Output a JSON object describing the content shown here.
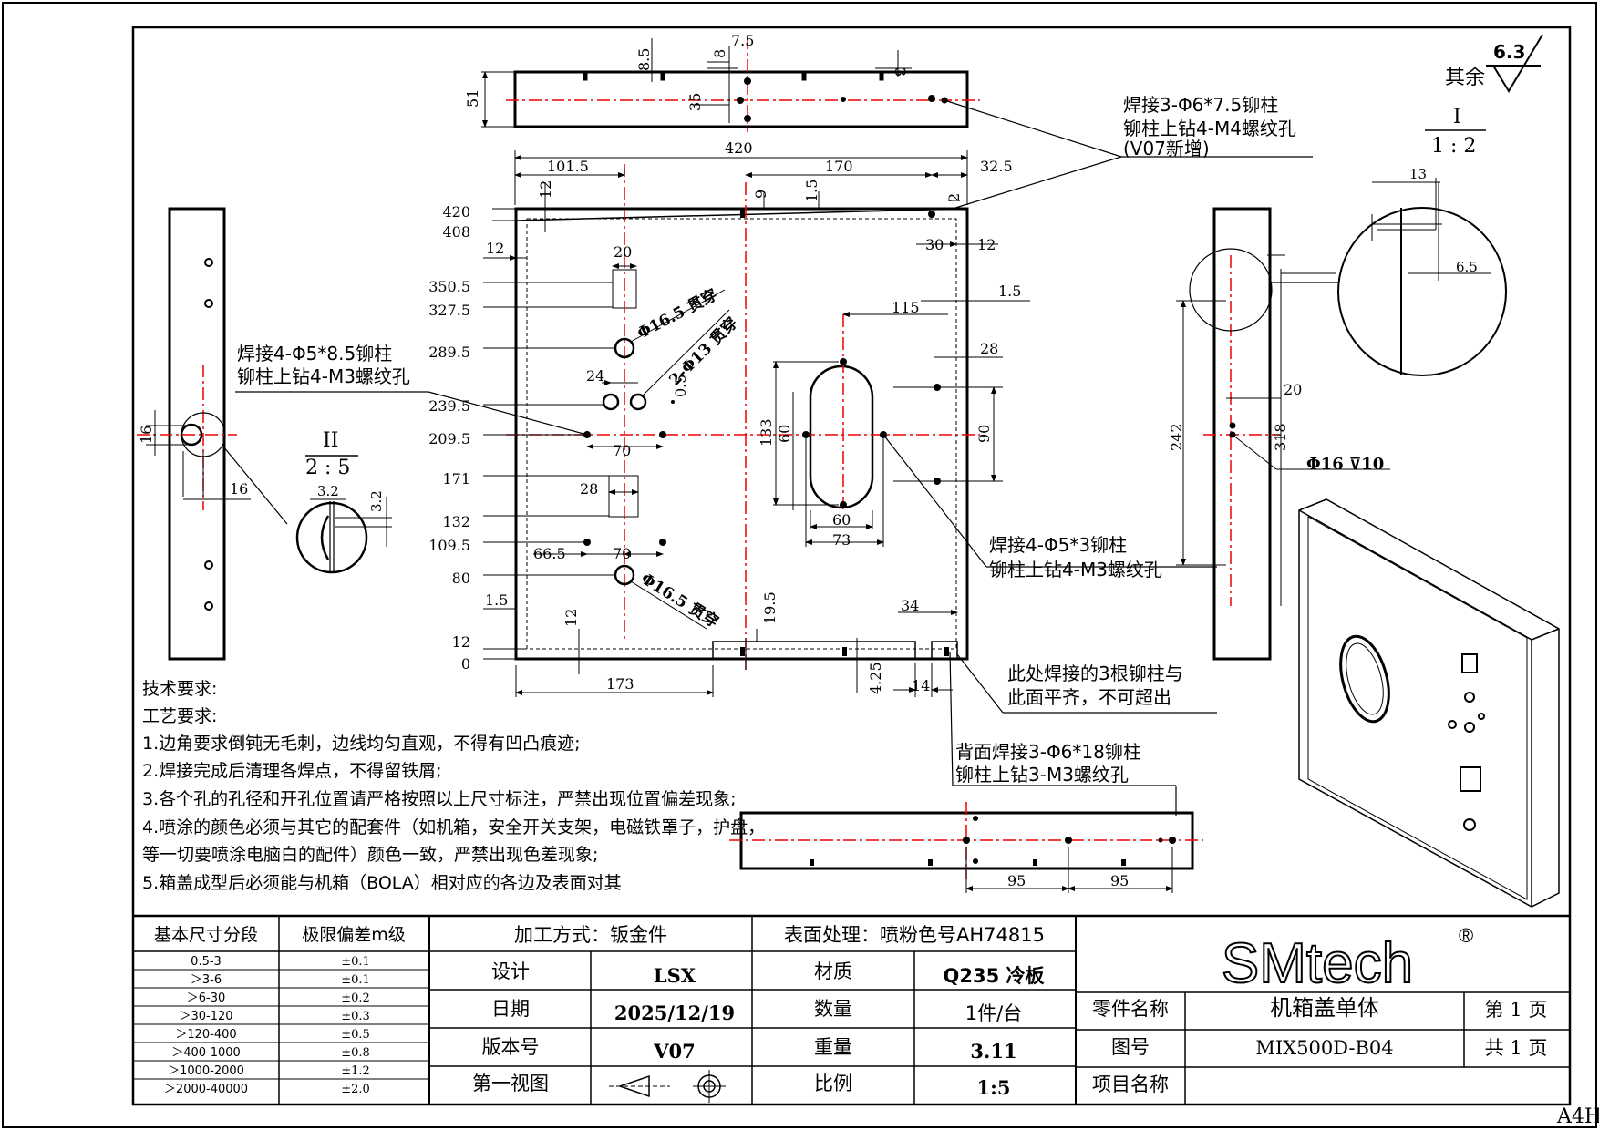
{
  "drawing": {
    "roughness_label": "其余",
    "roughness_value": "6.3",
    "sheet_size": "A4H",
    "detail_I": {
      "label": "I",
      "scale": "1 : 2"
    },
    "detail_II": {
      "label": "II",
      "scale": "2 : 5"
    },
    "notes": {
      "weld_top_1": "焊接3-Φ6*7.5铆柱",
      "weld_top_2": "铆柱上钻4-M4螺纹孔",
      "weld_top_3": "(V07新增)",
      "weld_left_1": "焊接4-Φ5*8.5铆柱",
      "weld_left_2": "铆柱上钻4-M3螺纹孔",
      "weld_mid_1": "焊接4-Φ5*3铆柱",
      "weld_mid_2": "铆柱上钻4-M3螺纹孔",
      "flush_1": "此处焊接的3根铆柱与",
      "flush_2": "此面平齐，不可超出",
      "back_1": "背面焊接3-Φ6*18铆柱",
      "back_2": "铆柱上钻3-M3螺纹孔",
      "hole_165_a": "Φ16.5 贯穿",
      "hole_13": "2-Φ13 贯穿",
      "hole_165_b": "Φ16.5 贯穿",
      "hole_16": "Φ16 ⊽10"
    },
    "dims": {
      "top_51": "51",
      "top_85": "8.5",
      "top_8": "8",
      "top_75": "7.5",
      "top_35": "35",
      "top_3": "3",
      "w_420": "420",
      "d_1015": "101.5",
      "d_170": "170",
      "d_325": "32.5",
      "d_12a": "12",
      "d_9": "9",
      "d_15a": "1.5",
      "d_2": "2",
      "d_12b": "12",
      "d_20a": "20",
      "d_30": "30",
      "d_12c": "12",
      "d_15b": "1.5",
      "d_115": "115",
      "d_28a": "28",
      "d_24": "24",
      "d_05": "0.5",
      "d_70a": "70",
      "d_133": "133",
      "d_60a": "60",
      "d_90": "90",
      "d_28b": "28",
      "d_60b": "60",
      "d_73": "73",
      "d_665": "66.5",
      "d_70b": "70",
      "d_15c": "1.5",
      "d_12d": "12",
      "d_195": "19.5",
      "d_34": "34",
      "d_173": "173",
      "d_425": "4.25",
      "d_14": "14",
      "y_420": "420",
      "y_408": "408",
      "y_3505": "350.5",
      "y_3275": "327.5",
      "y_2895": "289.5",
      "y_2395": "239.5",
      "y_2095": "209.5",
      "y_171": "171",
      "y_132": "132",
      "y_1095": "109.5",
      "y_80": "80",
      "y_12": "12",
      "y_0": "0",
      "left_16a": "16",
      "left_16b": "16",
      "d2_32a": "3.2",
      "d2_32b": "3.2",
      "d1_13": "13",
      "d1_65": "6.5",
      "r_242": "242",
      "r_20": "20",
      "r_318": "318",
      "b_95a": "95",
      "b_95b": "95"
    }
  },
  "requirements": {
    "title1": "技术要求:",
    "title2": "工艺要求:",
    "items": [
      "1.边角要求倒钝无毛刺，边线均匀直观，不得有凹凸痕迹;",
      "2.焊接完成后清理各焊点，不得留铁屑;",
      "3.各个孔的孔径和开孔位置请严格按照以上尺寸标注，严禁出现位置偏差现象;",
      "4.喷涂的颜色必须与其它的配套件（如机箱，安全开关支架，电磁铁罩子，护盘，",
      "等一切要喷涂电脑白的配件）颜色一致，严禁出现色差现象;",
      "5.箱盖成型后必须能与机箱（BOLA）相对应的各边及表面对其"
    ]
  },
  "tolerance": {
    "header1": "基本尺寸分段",
    "header2": "极限偏差m级",
    "rows": [
      [
        "0.5-3",
        "±0.1"
      ],
      [
        "＞3-6",
        "±0.1"
      ],
      [
        "＞6-30",
        "±0.2"
      ],
      [
        "＞30-120",
        "±0.3"
      ],
      [
        "＞120-400",
        "±0.5"
      ],
      [
        "＞400-1000",
        "±0.8"
      ],
      [
        "＞1000-2000",
        "±1.2"
      ],
      [
        "＞2000-40000",
        "±2.0"
      ]
    ]
  },
  "title_block": {
    "process": "加工方式：钣金件",
    "surface": "表面处理：喷粉色号AH74815",
    "design_label": "设计",
    "design_value": "LSX",
    "material_label": "材质",
    "material_value": "Q235 冷板",
    "date_label": "日期",
    "date_value": "2025/12/19",
    "qty_label": "数量",
    "qty_value": "1件/台",
    "version_label": "版本号",
    "version_value": "V07",
    "weight_label": "重量",
    "weight_value": "3.11",
    "view_label": "第一视图",
    "scale_label": "比例",
    "scale_value": "1:5",
    "company": "SMtech",
    "part_label": "零件名称",
    "part_value": "机箱盖单体",
    "drawing_no_label": "图号",
    "drawing_no_value": "MIX500D-B04",
    "project_label": "项目名称",
    "page_label": "第 1 页",
    "total_label": "共 1 页"
  }
}
